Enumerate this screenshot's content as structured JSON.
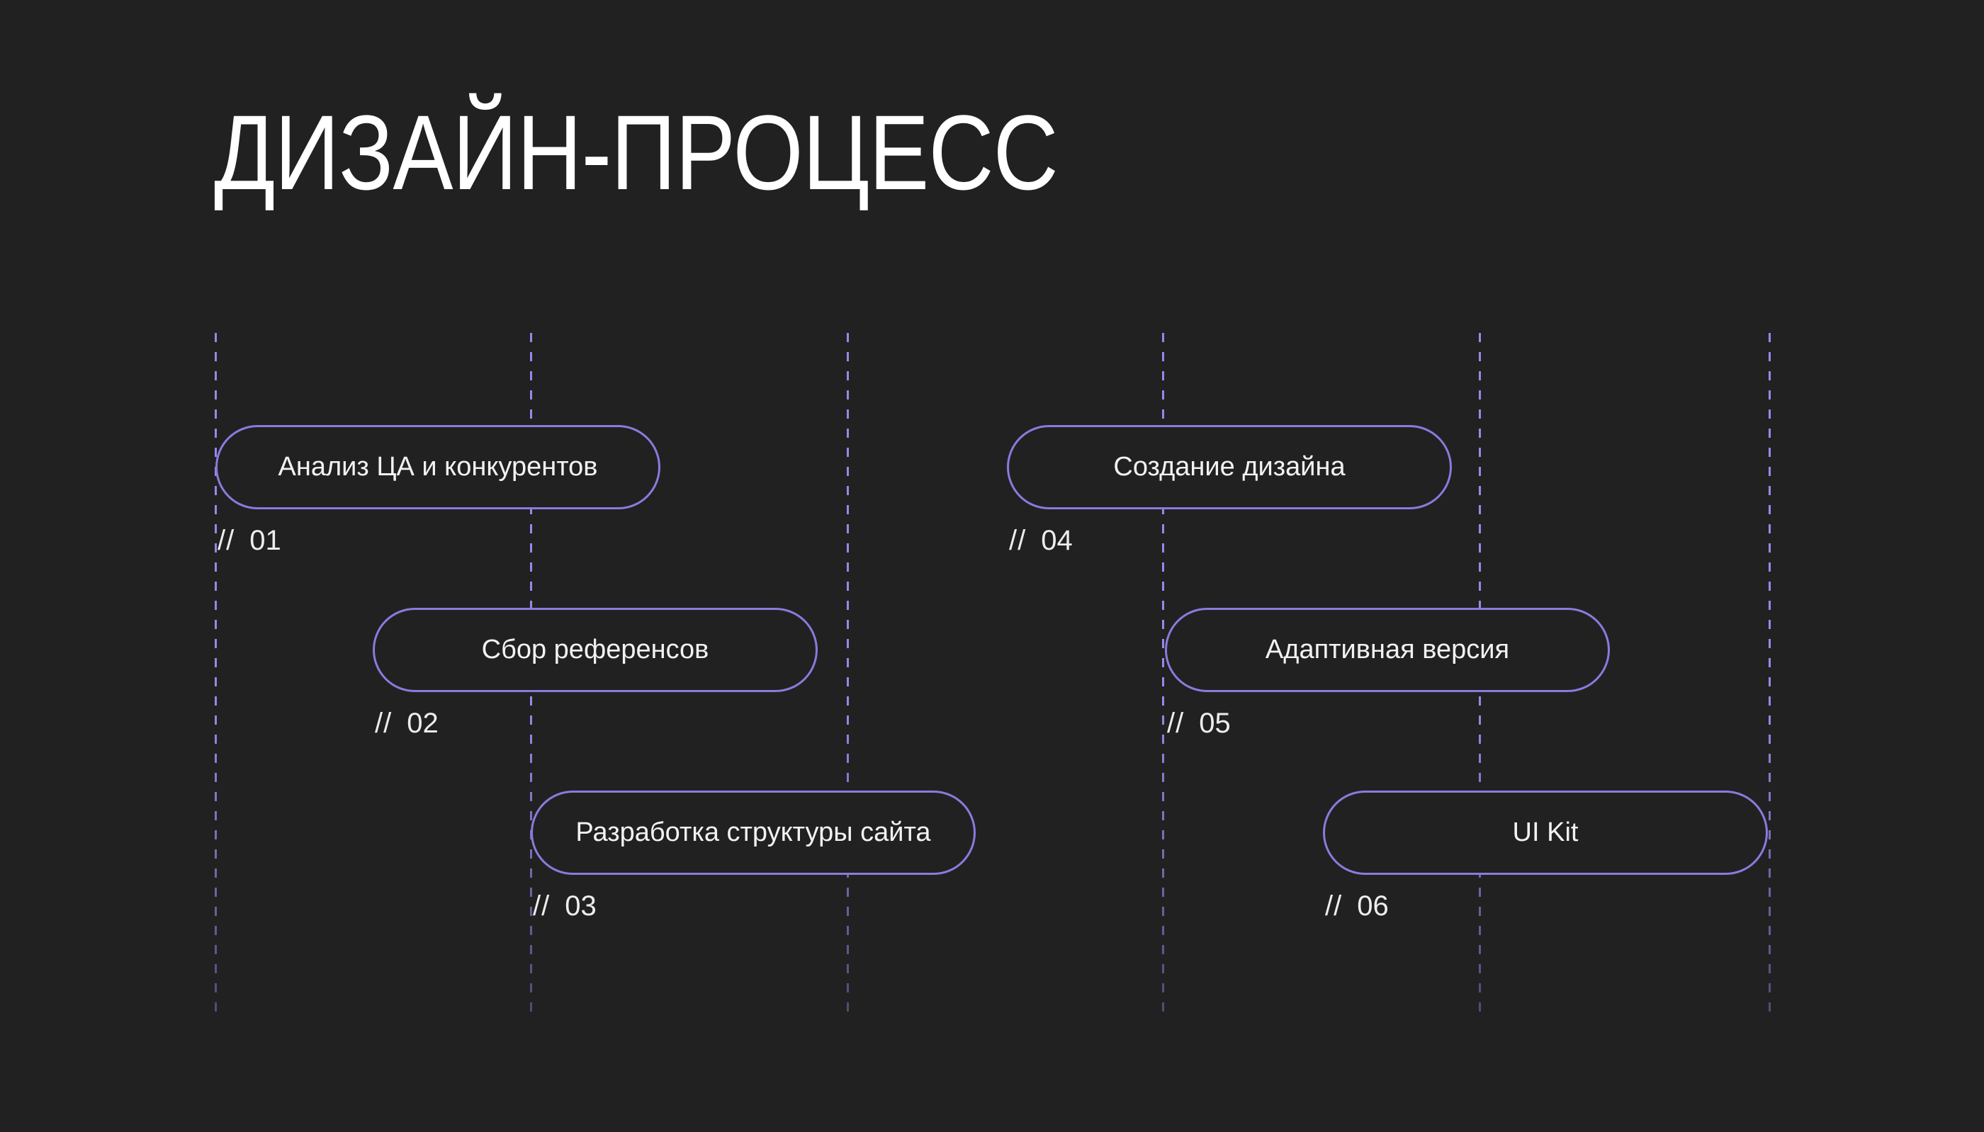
{
  "page": {
    "title": "ДИЗАЙН-ПРОЦЕСС"
  },
  "colors": {
    "background": "#212122",
    "accent_border": "#8e79dd",
    "accent_dash": "#9a88e8",
    "text": "#f2f2f2"
  },
  "timeline": {
    "guide_line_count": 6,
    "number_prefix": "//",
    "steps": [
      {
        "label": "Анализ ЦА и конкурентов",
        "prefix": "//",
        "number": "01"
      },
      {
        "label": "Сбор референсов",
        "prefix": "//",
        "number": "02"
      },
      {
        "label": "Разработка структуры сайта",
        "prefix": "//",
        "number": "03"
      },
      {
        "label": "Создание дизайна",
        "prefix": "//",
        "number": "04"
      },
      {
        "label": "Адаптивная версия",
        "prefix": "//",
        "number": "05"
      },
      {
        "label": "UI Kit",
        "prefix": "//",
        "number": "06"
      }
    ]
  }
}
